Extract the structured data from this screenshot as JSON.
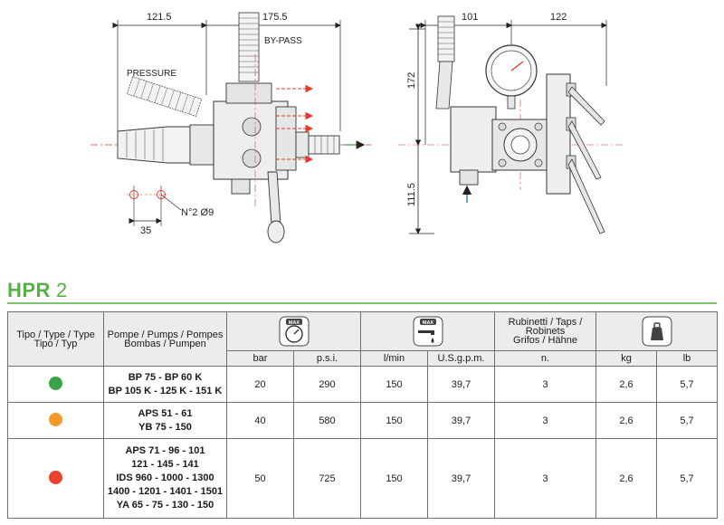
{
  "drawing": {
    "dims": {
      "left_width": "121.5",
      "center_width": "175.5",
      "right_top_a": "101",
      "right_top_b": "122",
      "height_top": "172",
      "height_bottom": "111.5",
      "hole_spacing": "35"
    },
    "labels": {
      "bypass": "BY-PASS",
      "pressure": "PRESSURE",
      "holes": "N°2 Ø9"
    }
  },
  "product": {
    "name": "HPR",
    "number": "2"
  },
  "table": {
    "headers": {
      "type_line1": "Tipo / Type / Type",
      "type_line2": "Tipo / Typ",
      "pumps_line1": "Pompe / Pumps / Pompes",
      "pumps_line2": "Bombas / Pumpen",
      "pressure_icon_label": "MAX",
      "flow_icon_label": "MAX",
      "taps_line1": "Rubinetti / Taps / Robinets",
      "taps_line2": "Grifos / Hähne"
    },
    "units": [
      "bar",
      "p.s.i.",
      "l/min",
      "U.S.g.p.m.",
      "n.",
      "kg",
      "lb"
    ],
    "rows": [
      {
        "color": "#3aa34a",
        "pumps": [
          "BP 75 - BP 60 K",
          "BP 105 K - 125 K - 151 K"
        ],
        "bar": "20",
        "psi": "290",
        "lmin": "150",
        "usgpm": "39,7",
        "taps": "3",
        "kg": "2,6",
        "lb": "5,7"
      },
      {
        "color": "#f39a2c",
        "pumps": [
          "APS 51 - 61",
          "YB 75 - 150"
        ],
        "bar": "40",
        "psi": "580",
        "lmin": "150",
        "usgpm": "39,7",
        "taps": "3",
        "kg": "2,6",
        "lb": "5,7"
      },
      {
        "color": "#e8412c",
        "pumps": [
          "APS 71 - 96 - 101",
          "121 - 145 - 141",
          "IDS 960 - 1000 - 1300",
          "1400 - 1201 - 1401 - 1501",
          "YA 65 - 75 - 130 - 150"
        ],
        "bar": "50",
        "psi": "725",
        "lmin": "150",
        "usgpm": "39,7",
        "taps": "3",
        "kg": "2,6",
        "lb": "5,7"
      }
    ]
  }
}
